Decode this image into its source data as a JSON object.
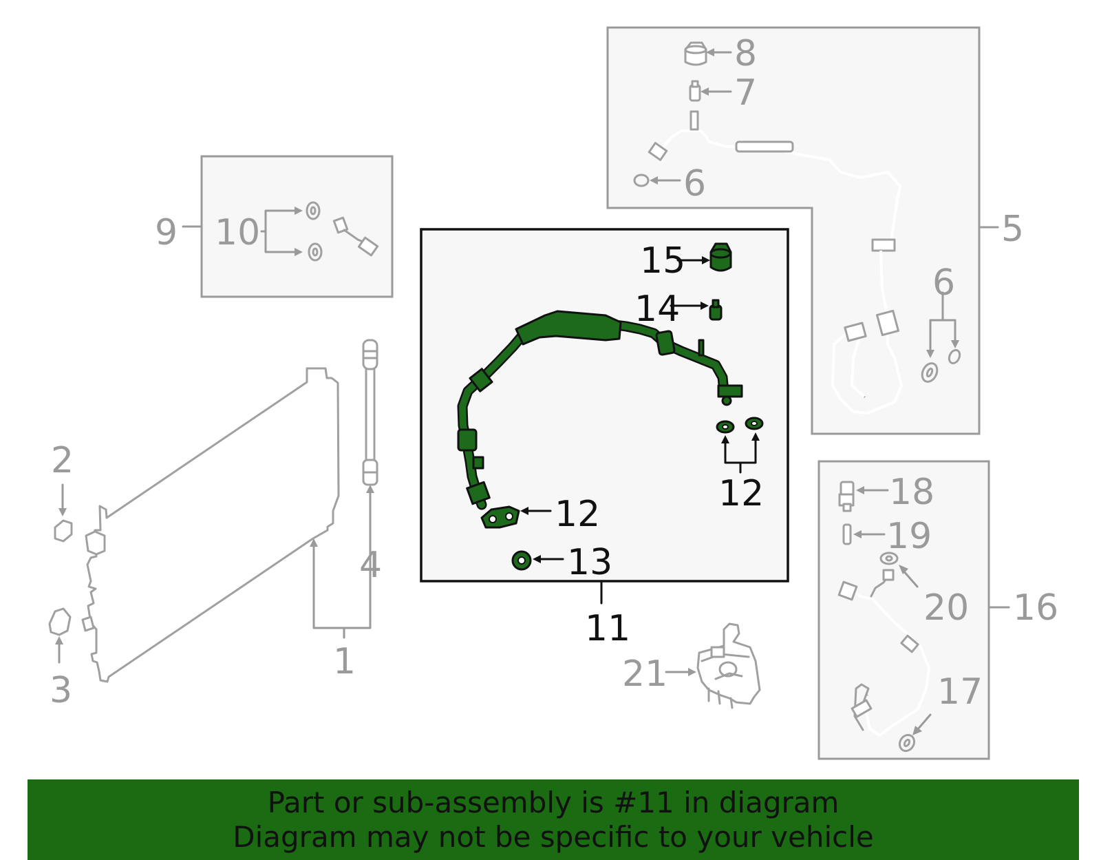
{
  "callouts": {
    "c1": "1",
    "c2": "2",
    "c3": "3",
    "c4": "4",
    "c5": "5",
    "c6a": "6",
    "c6b": "6",
    "c7": "7",
    "c8": "8",
    "c9": "9",
    "c10": "10",
    "c11": "11",
    "c12a": "12",
    "c12b": "12",
    "c13": "13",
    "c14": "14",
    "c15": "15",
    "c16": "16",
    "c17": "17",
    "c18": "18",
    "c19": "19",
    "c20": "20",
    "c21": "21"
  },
  "highlighted_part": "11",
  "colors": {
    "highlight": "#1d6a1d",
    "banner": "#1a6b12",
    "inactive": "#9a9a9a",
    "active_text": "#111111"
  },
  "banner": {
    "line1": "Part or sub-assembly is #11 in diagram",
    "line2": "Diagram may not be specific to your vehicle"
  }
}
